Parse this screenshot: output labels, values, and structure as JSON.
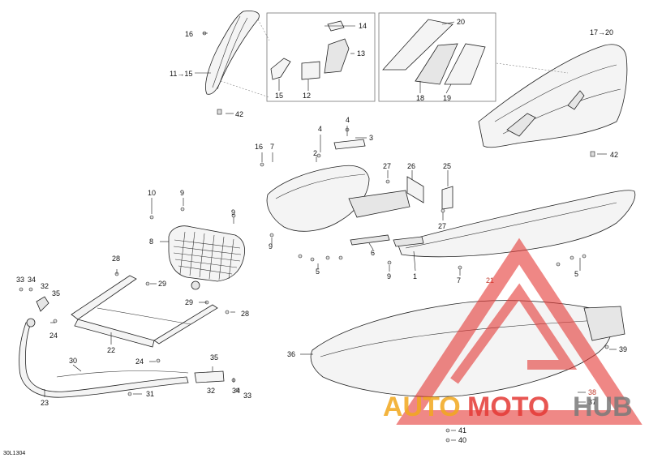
{
  "diagram": {
    "code": "30L1304",
    "callouts": {
      "c16a": "16",
      "c11_15": "11→15",
      "c42a": "42",
      "c14": "14",
      "c13": "13",
      "c15": "15",
      "c12": "12",
      "c20": "20",
      "c18": "18",
      "c19": "19",
      "c17_20": "17→20",
      "c42b": "42",
      "c4a": "4",
      "c4b": "4",
      "c3": "3",
      "c2": "2",
      "c16b": "16",
      "c7a": "7",
      "c27a": "27",
      "c26": "26",
      "c25": "25",
      "c27b": "27",
      "c10": "10",
      "c9a": "9",
      "c9b": "9",
      "c8": "8",
      "c9c": "9",
      "c6": "6",
      "c5a": "5",
      "c9d": "9",
      "c1": "1",
      "c7b": "7",
      "c21": "21",
      "c5b": "5",
      "c33a": "33",
      "c34a": "34",
      "c32a": "32",
      "c35a": "35",
      "c28a": "28",
      "c29a": "29",
      "c29b": "29",
      "c28b": "28",
      "c24a": "24",
      "c22": "22",
      "c24b": "24",
      "c30": "30",
      "c23": "23",
      "c31": "31",
      "c35b": "35",
      "c32b": "32",
      "c34b": "34",
      "c33b": "33",
      "c36": "36",
      "c39": "39",
      "c38": "38",
      "c37": "37",
      "c41": "41",
      "c40": "40"
    }
  },
  "watermark": {
    "part1": "AUTO",
    "part2": "MOTO",
    "part3": "HUB",
    "colors": {
      "triangle": "#e53935",
      "auto": "#f2a81d",
      "moto": "#e53935",
      "hub": "#7a7a7a"
    }
  }
}
